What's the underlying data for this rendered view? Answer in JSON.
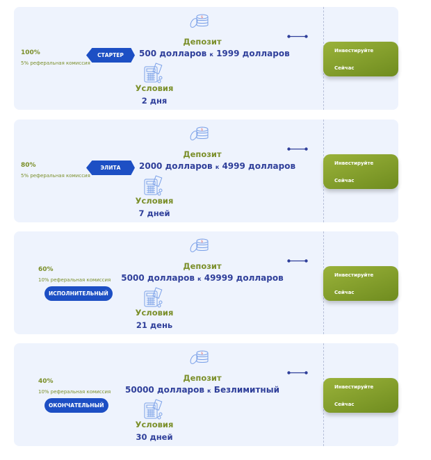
{
  "plans": [
    {
      "percent": "100%",
      "referral": "5% реферальная комиссия",
      "badge": "СТАРТЕР",
      "badge_style": "arrow",
      "deposit_label": "Депозит",
      "amount_from": "500 долларов",
      "connector": "к",
      "amount_to": "1999 долларов",
      "terms_label": "Условия",
      "terms": "2 дня",
      "button_line1": "Инвестируйте",
      "button_line2": "Сейчас"
    },
    {
      "percent": "80%",
      "referral": "5% реферальная комиссия",
      "badge": "ЭЛИТА",
      "badge_style": "arrow",
      "deposit_label": "Депозит",
      "amount_from": "2000 долларов",
      "connector": "к",
      "amount_to": "4999 долларов",
      "terms_label": "Условия",
      "terms": "7 дней",
      "button_line1": "Инвестируйте",
      "button_line2": "Сейчас"
    },
    {
      "percent": "60%",
      "referral": "10% реферальная комиссия",
      "badge": "ИСПОЛНИТЕЛЬНЫЙ",
      "badge_style": "pill",
      "deposit_label": "Депозит",
      "amount_from": "5000 долларов",
      "connector": "к",
      "amount_to": "49999 долларов",
      "terms_label": "Условия",
      "terms": "21 день",
      "button_line1": "Инвестируйте",
      "button_line2": "Сейчас"
    },
    {
      "percent": "40%",
      "referral": "10% реферальная комиссия",
      "badge": "ОКОНЧАТЕЛЬНЫЙ",
      "badge_style": "pill",
      "deposit_label": "Депозит",
      "amount_from": "50000 долларов",
      "connector": "к",
      "amount_to": "Безлимитный",
      "terms_label": "Условия",
      "terms": "30 дней",
      "button_line1": "Инвестируйте",
      "button_line2": "Сейчас"
    }
  ],
  "colors": {
    "accent_green": "#7b8f2a",
    "accent_blue": "#2f3f9a",
    "badge_blue": "#1d4fc4",
    "card_bg": "#eef3fd"
  }
}
